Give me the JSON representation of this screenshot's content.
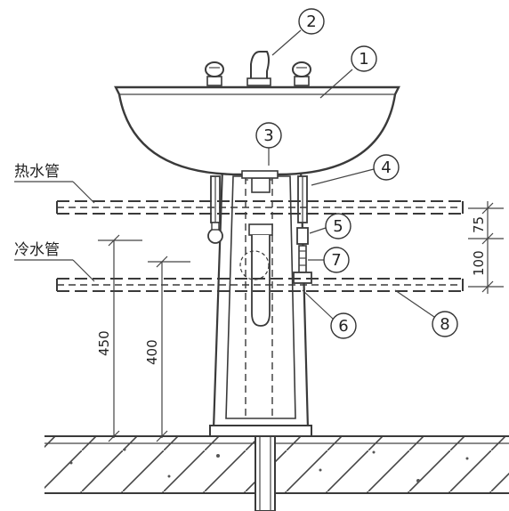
{
  "labels": {
    "hot_pipe": "热水管",
    "cold_pipe": "冷水管"
  },
  "callouts": [
    "1",
    "2",
    "3",
    "4",
    "5",
    "6",
    "7",
    "8"
  ],
  "dimensions": {
    "upper_gap": "75",
    "pipe_gap": "100",
    "cold_height_left": "450",
    "cold_height_inner": "400"
  }
}
